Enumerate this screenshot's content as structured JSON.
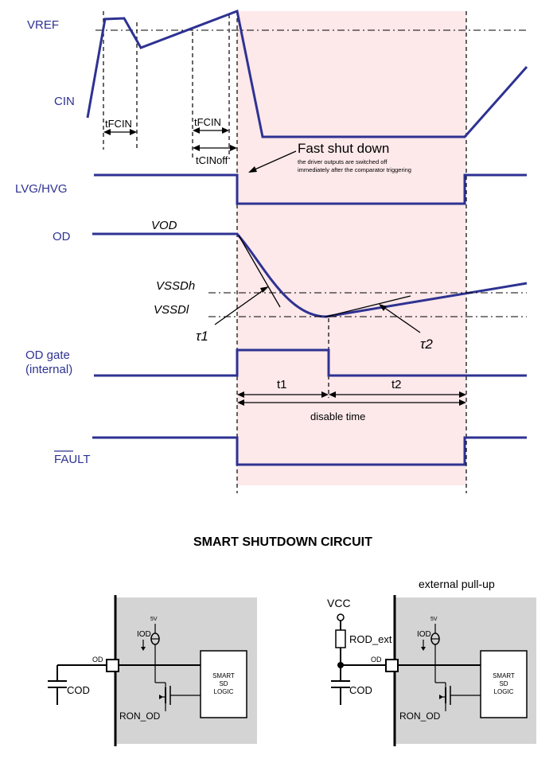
{
  "timing_diagram": {
    "signals": {
      "vref": "VREF",
      "cin": "CIN",
      "lvg_hvg": "LVG/HVG",
      "od": "OD",
      "od_gate_line1": "OD gate",
      "od_gate_line2": "(internal)",
      "fault": "FAULT"
    },
    "annotations": {
      "tfcin": "tFCIN",
      "tcinoff": "tCINoff",
      "fast_shutdown_title": "Fast shut down",
      "fast_shutdown_line1": "the driver outputs are switched off",
      "fast_shutdown_line2": "immediately after the comparator triggering",
      "vod": "VOD",
      "vssdh": "VSSDh",
      "vssdl": "VSSDl",
      "tau1": "τ1",
      "tau2": "τ2",
      "t1": "t1",
      "t2": "t2",
      "disable_time": "disable time"
    },
    "colors": {
      "signal": "#2e3292",
      "shutdown_region": "#fde8ea"
    }
  },
  "circuit": {
    "title": "SMART SHUTDOWN CIRCUIT",
    "left": {
      "supply": "5V",
      "current_source": "IOD",
      "pin": "OD",
      "capacitor": "COD",
      "transistor": "RON_OD",
      "logic_line1": "SMART",
      "logic_line2": "SD",
      "logic_line3": "LOGIC"
    },
    "right": {
      "external_label": "external pull-up",
      "vcc": "VCC",
      "resistor": "ROD_ext",
      "supply": "5V",
      "current_source": "IOD",
      "pin": "OD",
      "capacitor": "COD",
      "transistor": "RON_OD",
      "logic_line1": "SMART",
      "logic_line2": "SD",
      "logic_line3": "LOGIC"
    },
    "colors": {
      "ic_background": "#d4d4d4"
    }
  }
}
